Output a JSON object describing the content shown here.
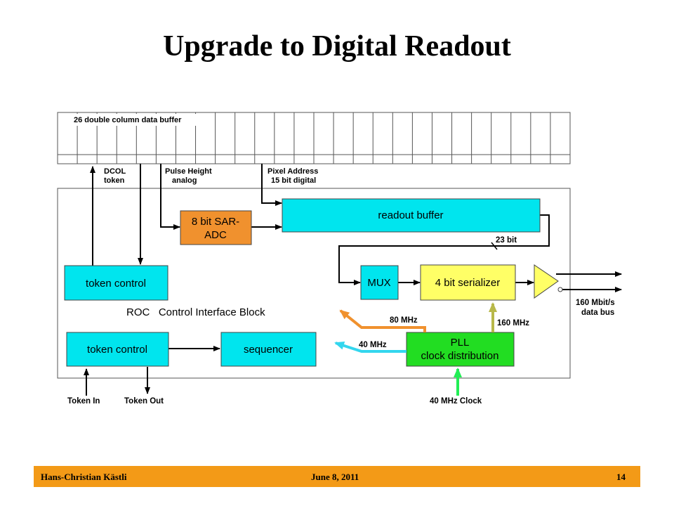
{
  "title": "Upgrade to Digital Readout",
  "diagram": {
    "buffer_label": "26 double column data buffer",
    "dcol_token": [
      "DCOL",
      "token"
    ],
    "pulse_height": [
      "Pulse Height",
      "analog"
    ],
    "pixel_address": [
      "Pixel Address",
      "15 bit digital"
    ],
    "adc": [
      "8 bit SAR-",
      "ADC"
    ],
    "readout_buffer": "readout buffer",
    "bus_23bit": "23 bit",
    "mux": "MUX",
    "serializer": "4 bit serializer",
    "token_control_upper": "token control",
    "roc_label": "ROC   Control Interface Block",
    "token_control_lower": "token control",
    "sequencer": "sequencer",
    "pll": [
      "PLL",
      "clock distribution"
    ],
    "freq_80": "80 MHz",
    "freq_40": "40 MHz",
    "freq_160": "160 MHz",
    "data_bus": [
      "160 Mbit/s",
      "data bus"
    ],
    "token_in": "Token In",
    "token_out": "Token Out",
    "clock_in": "40 MHz Clock",
    "colors": {
      "cyan_block": "#00e5ee",
      "adc_orange": "#f0912e",
      "serializer_yellow": "#ffff66",
      "pll_green": "#22dd22",
      "arrow_orange": "#f0912e",
      "arrow_cyan": "#33d6ee",
      "arrow_olive": "#b8b84a",
      "arrow_green": "#22ee55",
      "footer_bg": "#f39a17"
    }
  },
  "footer": {
    "author": "Hans-Christian Kästli",
    "date": "June 8, 2011",
    "page": "14"
  }
}
